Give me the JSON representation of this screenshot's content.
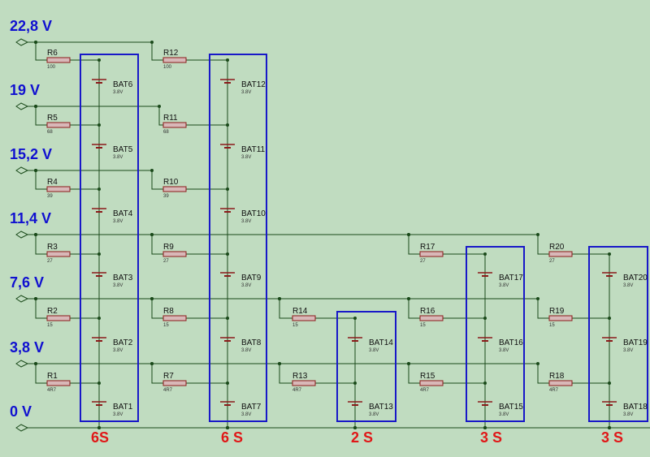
{
  "rails": [
    {
      "label": "22,8 V"
    },
    {
      "label": "19 V"
    },
    {
      "label": "15,2 V"
    },
    {
      "label": "11,4 V"
    },
    {
      "label": "7,6 V"
    },
    {
      "label": "3,8 V"
    },
    {
      "label": "0 V"
    }
  ],
  "resistors": [
    {
      "name": "R6",
      "value": "100"
    },
    {
      "name": "R5",
      "value": "68"
    },
    {
      "name": "R4",
      "value": "39"
    },
    {
      "name": "R3",
      "value": "27"
    },
    {
      "name": "R2",
      "value": "15"
    },
    {
      "name": "R1",
      "value": "4R7"
    },
    {
      "name": "R12",
      "value": "100"
    },
    {
      "name": "R11",
      "value": "68"
    },
    {
      "name": "R10",
      "value": "39"
    },
    {
      "name": "R9",
      "value": "27"
    },
    {
      "name": "R8",
      "value": "15"
    },
    {
      "name": "R7",
      "value": "4R7"
    },
    {
      "name": "R14",
      "value": "15"
    },
    {
      "name": "R13",
      "value": "4R7"
    },
    {
      "name": "R17",
      "value": "27"
    },
    {
      "name": "R16",
      "value": "15"
    },
    {
      "name": "R15",
      "value": "4R7"
    },
    {
      "name": "R20",
      "value": "27"
    },
    {
      "name": "R19",
      "value": "15"
    },
    {
      "name": "R18",
      "value": "4R7"
    }
  ],
  "batteries": [
    {
      "name": "BAT6",
      "value": "3.8V"
    },
    {
      "name": "BAT5",
      "value": "3.8V"
    },
    {
      "name": "BAT4",
      "value": "3.8V"
    },
    {
      "name": "BAT3",
      "value": "3.8V"
    },
    {
      "name": "BAT2",
      "value": "3.8V"
    },
    {
      "name": "BAT1",
      "value": "3.8V"
    },
    {
      "name": "BAT12",
      "value": "3.8V"
    },
    {
      "name": "BAT11",
      "value": "3.8V"
    },
    {
      "name": "BAT10",
      "value": "3.8V"
    },
    {
      "name": "BAT9",
      "value": "3.8V"
    },
    {
      "name": "BAT8",
      "value": "3.8V"
    },
    {
      "name": "BAT7",
      "value": "3.8V"
    },
    {
      "name": "BAT14",
      "value": "3.8V"
    },
    {
      "name": "BAT13",
      "value": "3.8V"
    },
    {
      "name": "BAT17",
      "value": "3.8V"
    },
    {
      "name": "BAT16",
      "value": "3.8V"
    },
    {
      "name": "BAT15",
      "value": "3.8V"
    },
    {
      "name": "BAT20",
      "value": "3.8V"
    },
    {
      "name": "BAT19",
      "value": "3.8V"
    },
    {
      "name": "BAT18",
      "value": "3.8V"
    }
  ],
  "groups": [
    {
      "label": "6S"
    },
    {
      "label": "6 S"
    },
    {
      "label": "2 S"
    },
    {
      "label": "3 S"
    },
    {
      "label": "3 S"
    }
  ],
  "colors": {
    "background": "#c0dcc0",
    "wire": "#1a4a1a",
    "rail_label": "#1010d0",
    "group_label": "#e01818",
    "group_box": "#1818c8",
    "component": "#8b1a1a",
    "resistor_fill": "#d8b8b8"
  }
}
